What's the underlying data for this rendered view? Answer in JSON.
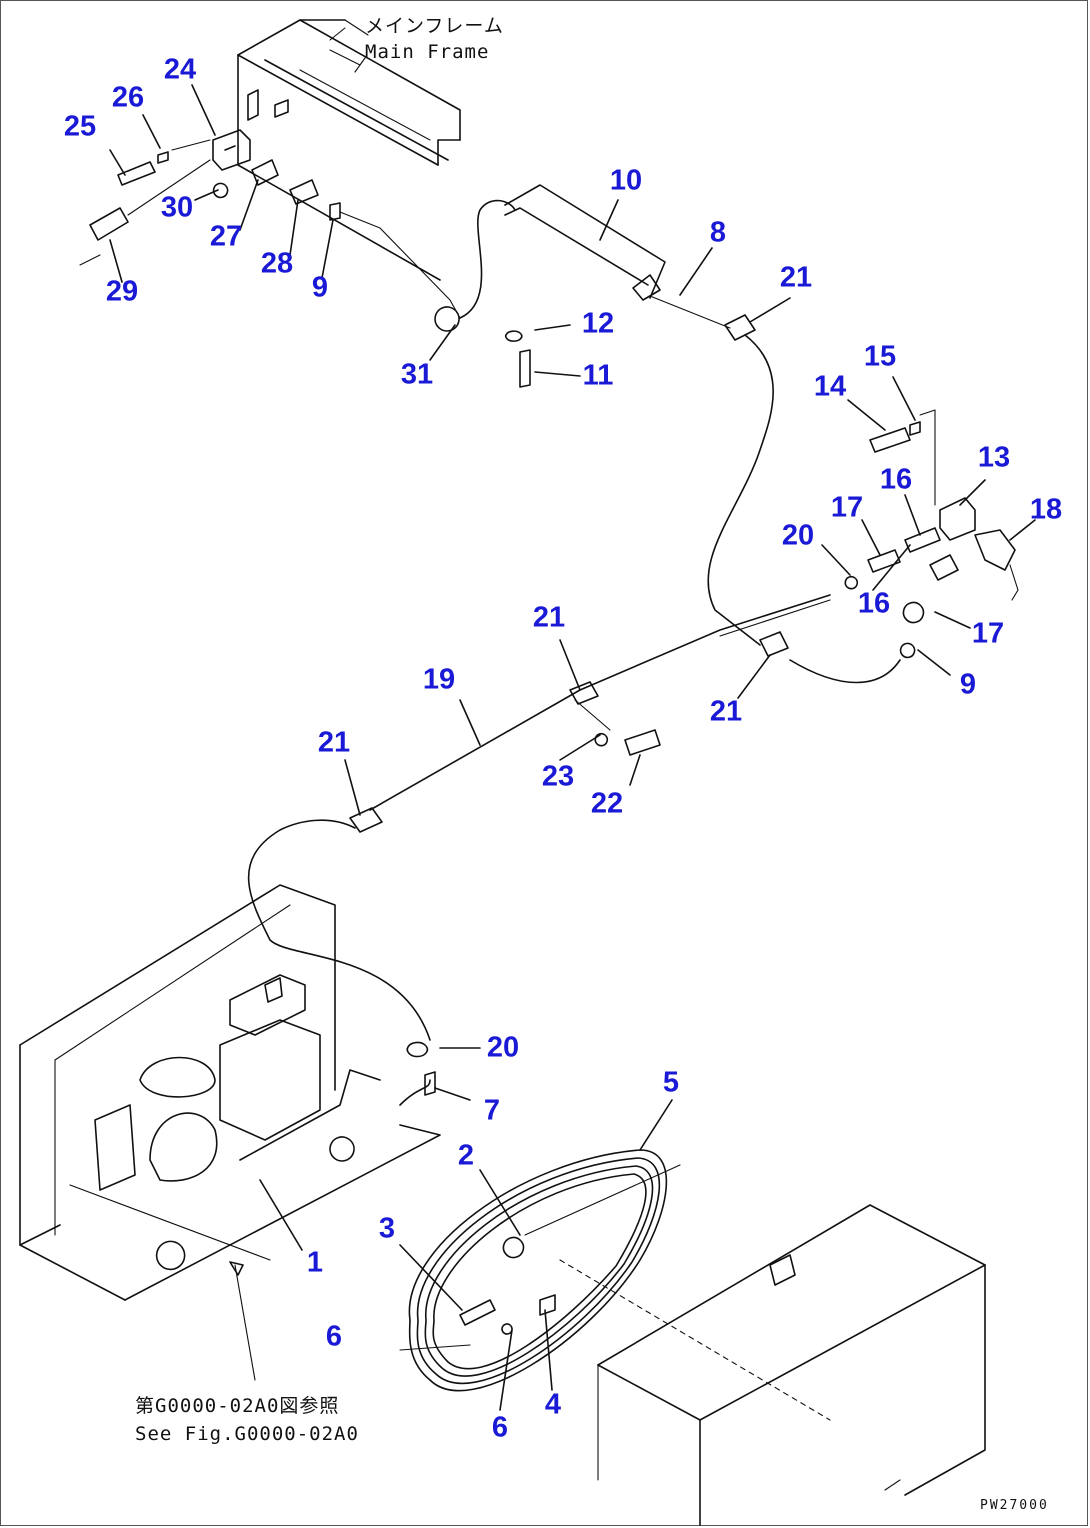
{
  "notes": {
    "main_frame_jp": "メインフレーム",
    "main_frame_en": "Main Frame",
    "see_fig_jp": "第G0000-02A0図参照",
    "see_fig_en": "See Fig.G0000-02A0"
  },
  "drawing_code": "PW27000",
  "callouts": [
    "24",
    "26",
    "25",
    "30",
    "27",
    "28",
    "9",
    "29",
    "10",
    "8",
    "21",
    "12",
    "11",
    "31",
    "15",
    "14",
    "13",
    "16",
    "17",
    "18",
    "20",
    "16",
    "17",
    "9",
    "21",
    "21",
    "19",
    "21",
    "23",
    "22",
    "20",
    "7",
    "5",
    "2",
    "3",
    "1",
    "6",
    "4",
    "6"
  ],
  "colors": {
    "callout": "#1a1ad6",
    "line": "#111111",
    "background": "#ffffff"
  }
}
